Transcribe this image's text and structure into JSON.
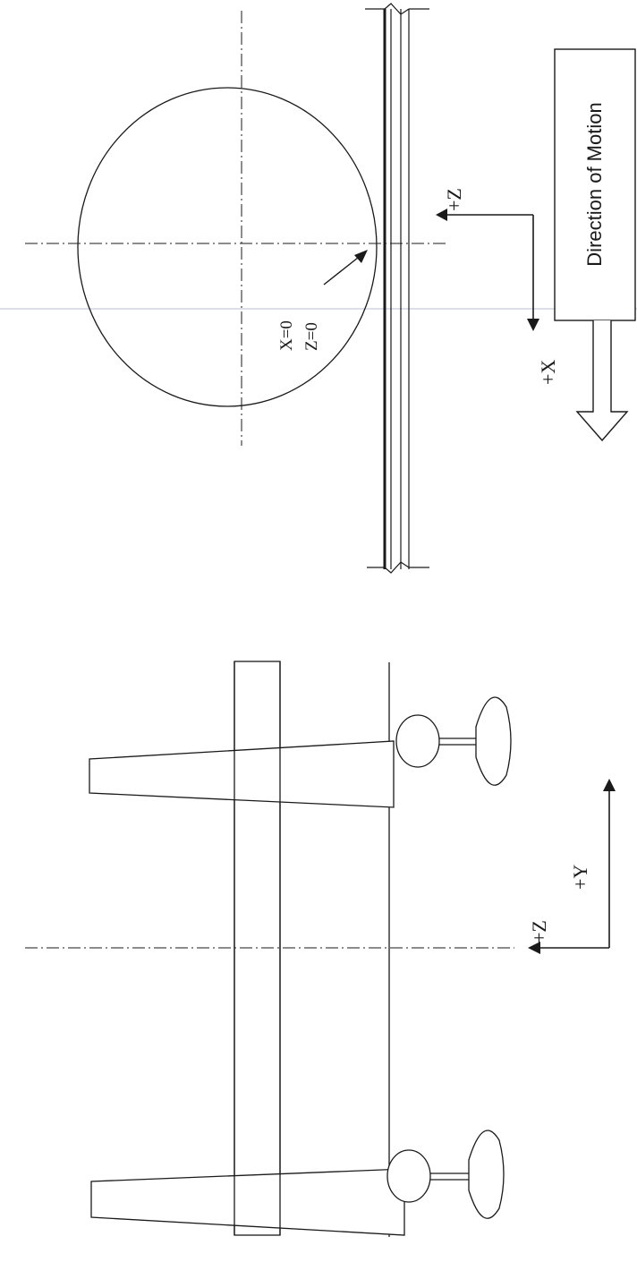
{
  "top_view": {
    "origin_x_label": "X=0",
    "origin_z_label": "Z=0",
    "axis_z_label": "+Z",
    "axis_x_label": "+X",
    "motion_label": "Direction of Motion"
  },
  "side_view": {
    "axis_z_label": "+Z",
    "axis_y_label": "+Y"
  },
  "colors": {
    "ink": "#1a1a1a",
    "faint_line": "#b8bcd0"
  }
}
